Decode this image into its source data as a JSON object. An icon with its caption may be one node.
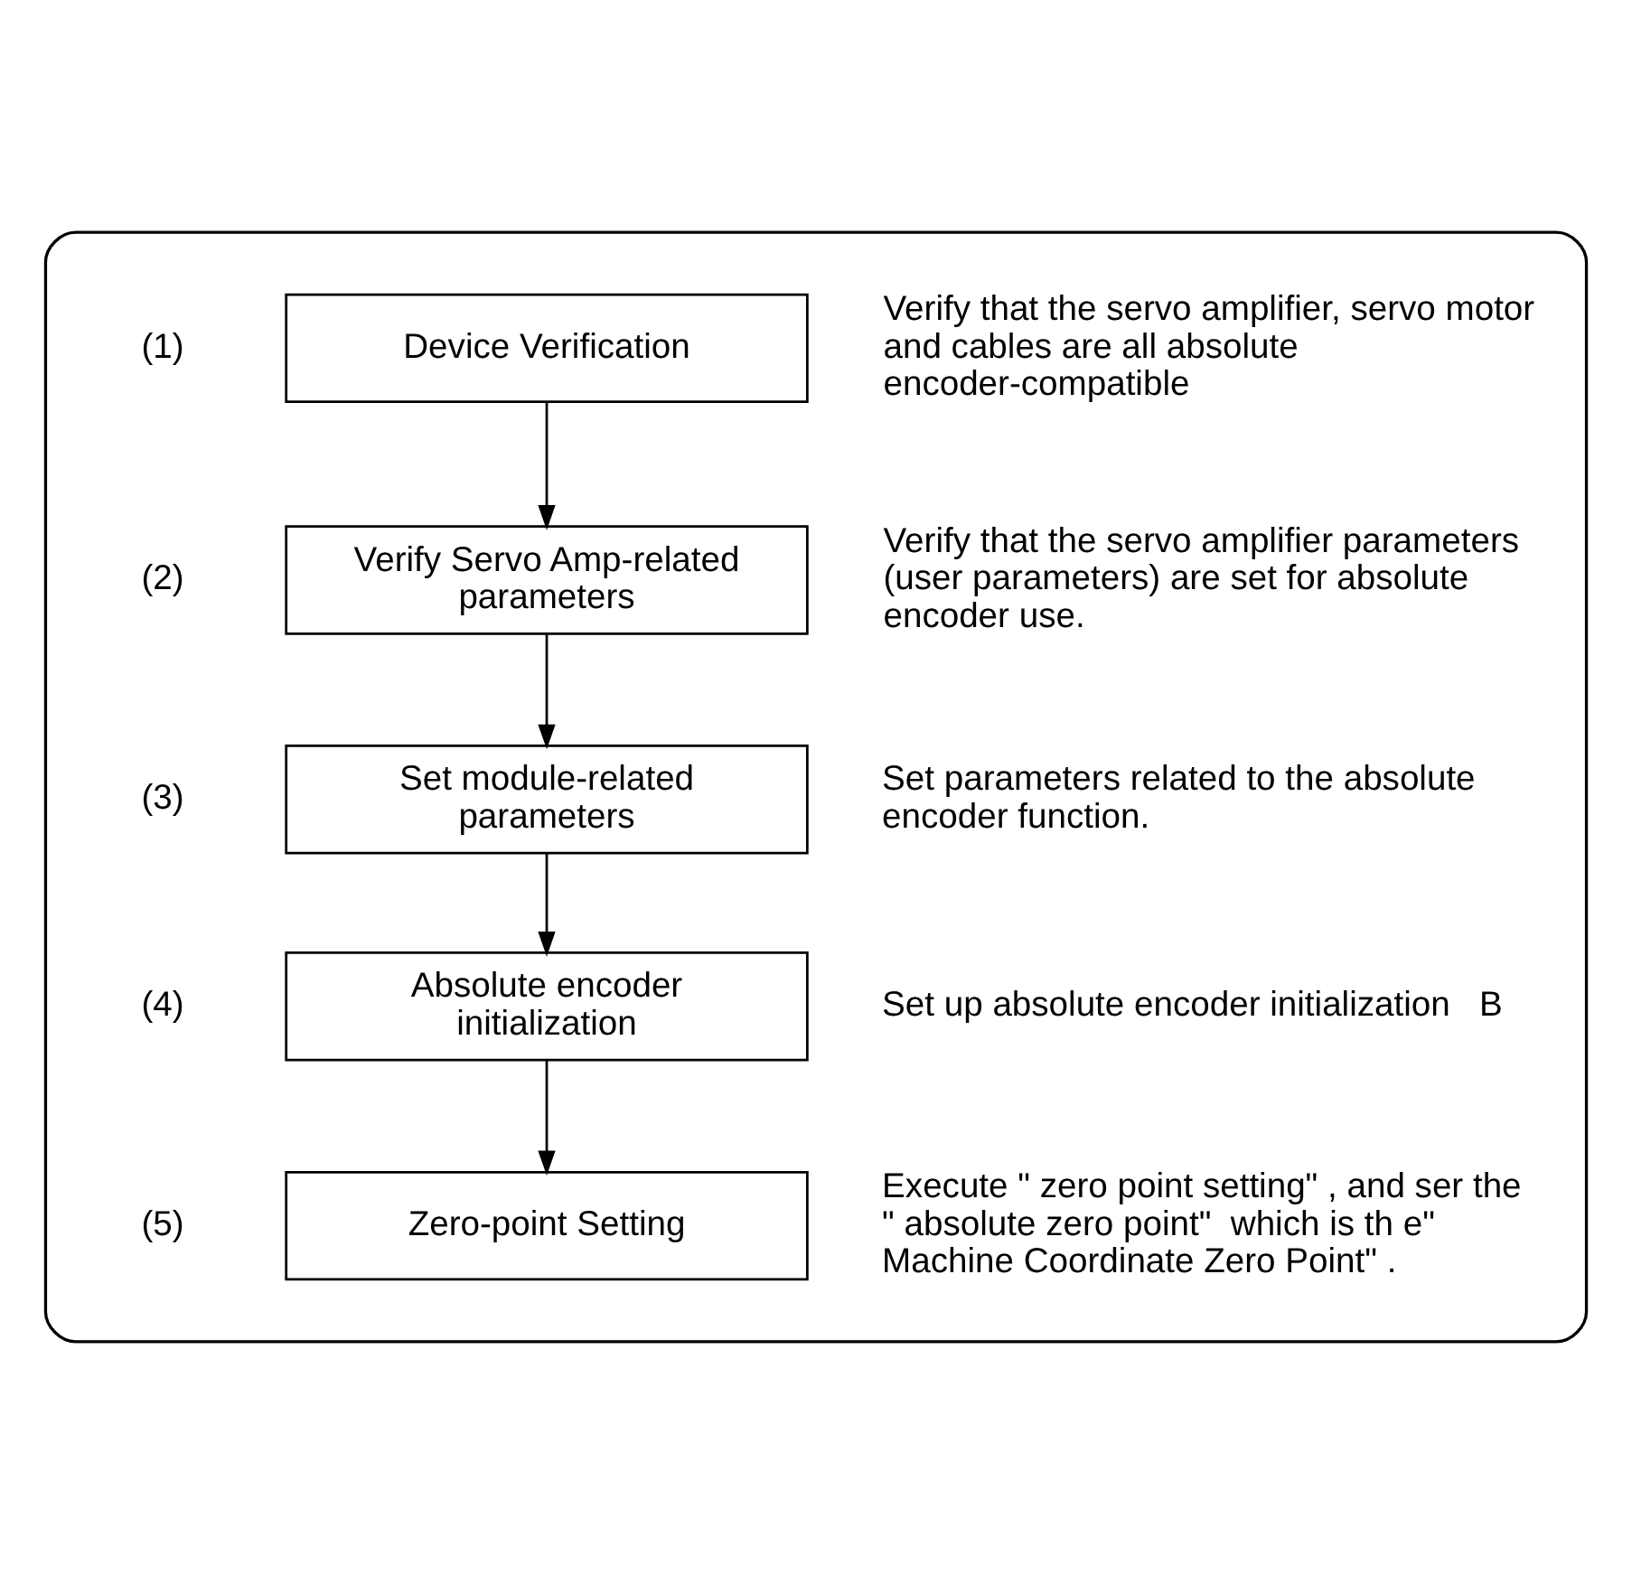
{
  "diagram": {
    "nodes": [
      {
        "text": [],
        "shape": "box"
      },
      {
        "text": [
          "Device Verification"
        ],
        "in": 0,
        "beside": [
          "(1)",
          "Verify that the servo amplifier, servo motor and cables are all absolute encoder-compatible"
        ]
      },
      {
        "text": [
          "Verify Servo Amp-related parameters"
        ],
        "in": 0,
        "beside": [
          "(2)",
          "Verify that the servo amplifier parameters (user parameters) are set for absolute encoder use."
        ]
      },
      {
        "text": [
          "Set module-related parameters"
        ],
        "in": 0,
        "beside": [
          "(3)",
          "Set parameters related to the absolute encoder function."
        ]
      },
      {
        "text": [
          "Absolute encoder initialization"
        ],
        "in": 0,
        "beside": [
          "(4)",
          "Set up absolute encoder initialization   B"
        ]
      },
      {
        "text": [
          "Zero-point Setting"
        ],
        "in": 0,
        "beside": [
          "(5)",
          "Execute \" zero point setting\" , and ser the \" absolute zero point\"  which is th e\" Machine Coordinate Zero Point\" ."
        ]
      }
    ],
    "edges": [
      {
        "from": 1,
        "to": 2,
        "arrow": "to"
      },
      {
        "from": 2,
        "to": 3,
        "arrow": "to"
      },
      {
        "from": 3,
        "to": 4,
        "arrow": "to"
      },
      {
        "from": 4,
        "to": 5,
        "arrow": "to"
      }
    ]
  }
}
